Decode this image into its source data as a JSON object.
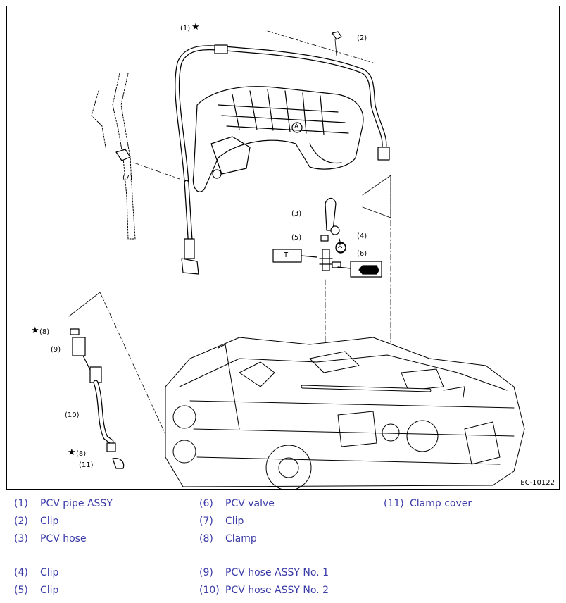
{
  "figure": {
    "reference_code": "EC-10122",
    "callouts": {
      "c1": "(1)",
      "c1_star": "★",
      "c2": "(2)",
      "c3": "(3)",
      "c4": "(4)",
      "c5": "(5)",
      "c6": "(6)",
      "c7": "(7)",
      "c8a": "(8)",
      "c8b": "(8)",
      "c8_star": "★",
      "c9": "(9)",
      "c10": "(10)",
      "c11": "(11)",
      "ref_a": "A",
      "torque_box": "T"
    }
  },
  "legend": [
    {
      "num": "(1)",
      "label": "PCV pipe ASSY"
    },
    {
      "num": "(2)",
      "label": "Clip"
    },
    {
      "num": "(3)",
      "label": "PCV hose"
    },
    {
      "num": "(4)",
      "label": "Clip"
    },
    {
      "num": "(5)",
      "label": "Clip"
    },
    {
      "num": "(6)",
      "label": "PCV valve"
    },
    {
      "num": "(7)",
      "label": "Clip"
    },
    {
      "num": "(8)",
      "label": "Clamp"
    },
    {
      "num": "(9)",
      "label": "PCV hose ASSY No. 1"
    },
    {
      "num": "(10)",
      "label": "PCV hose ASSY No. 2"
    },
    {
      "num": "(11)",
      "label": "Clamp cover"
    }
  ],
  "colors": {
    "legend_text": "#3a3aa8",
    "line": "#000000"
  }
}
